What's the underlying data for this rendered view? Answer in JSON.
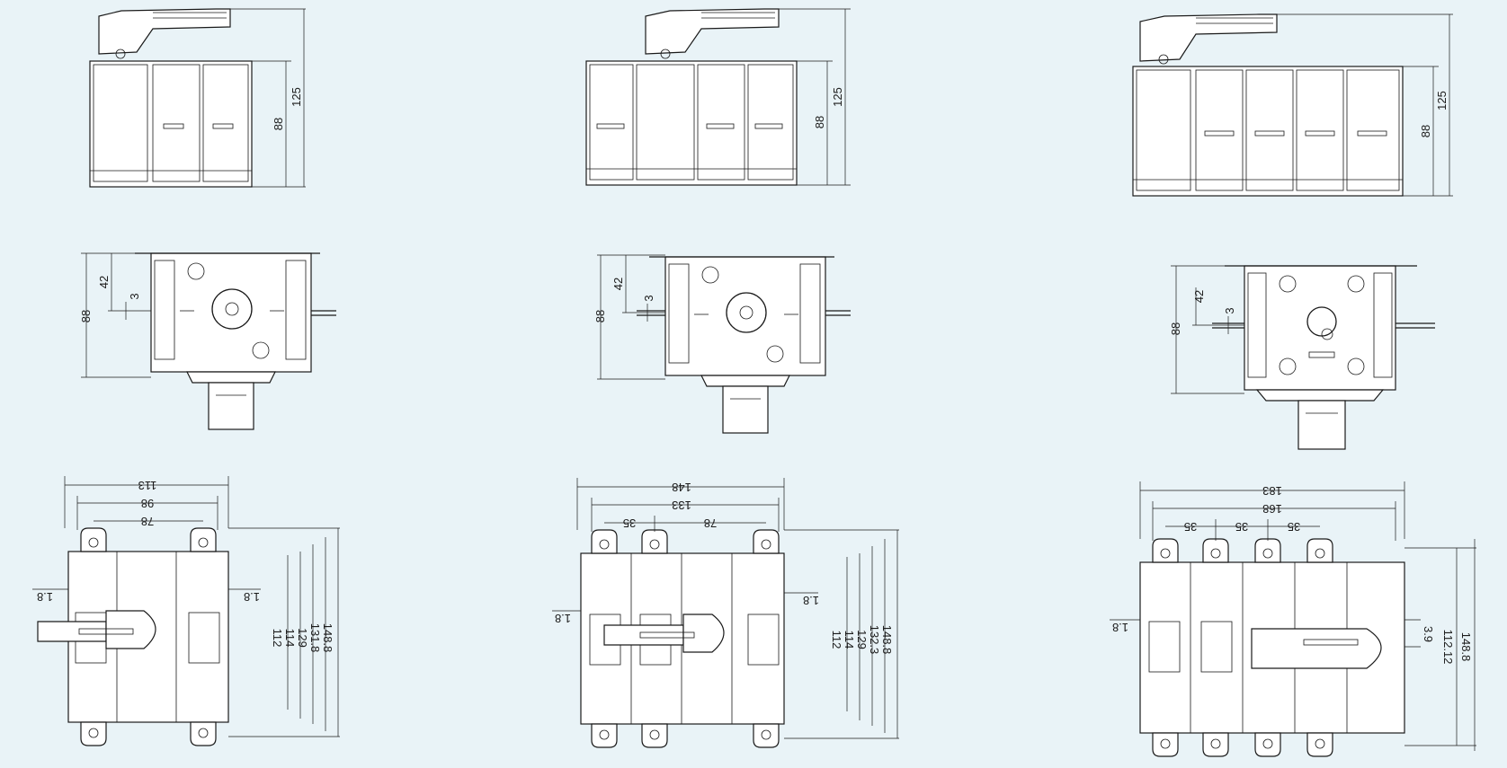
{
  "colors": {
    "background": "#e9f3f7",
    "line": "#1a1a1a",
    "body_fill": "#ffffff"
  },
  "views": [
    {
      "side_view": {
        "height": "88",
        "overall": "125"
      },
      "front_view": {
        "top": "42",
        "offset": "3",
        "height": "88"
      },
      "base_view": {
        "widths": [
          "113",
          "98",
          "78"
        ],
        "pitches": [],
        "left_offset": "1.8",
        "right_offset": "1.8",
        "heights": [
          "112",
          "114",
          "129",
          "131.8",
          "148.8"
        ]
      }
    },
    {
      "side_view": {
        "height": "88",
        "overall": "125"
      },
      "front_view": {
        "top": "42",
        "offset": "3",
        "height": "88"
      },
      "base_view": {
        "widths": [
          "148",
          "133",
          "78"
        ],
        "pitches": [
          "35"
        ],
        "left_offset": "1.8",
        "right_offset": "1.8",
        "heights": [
          "112",
          "114",
          "129",
          "132.3",
          "148.8"
        ]
      }
    },
    {
      "side_view": {
        "height": "88",
        "overall": "125"
      },
      "front_view": {
        "top": "42",
        "offset": "3",
        "height": "88"
      },
      "base_view": {
        "widths": [
          "183",
          "168"
        ],
        "pitches": [
          "35",
          "35",
          "35"
        ],
        "left_offset": "1.8",
        "right_offset": "3.9",
        "heights": [
          "112.12",
          "148.8"
        ]
      }
    }
  ]
}
